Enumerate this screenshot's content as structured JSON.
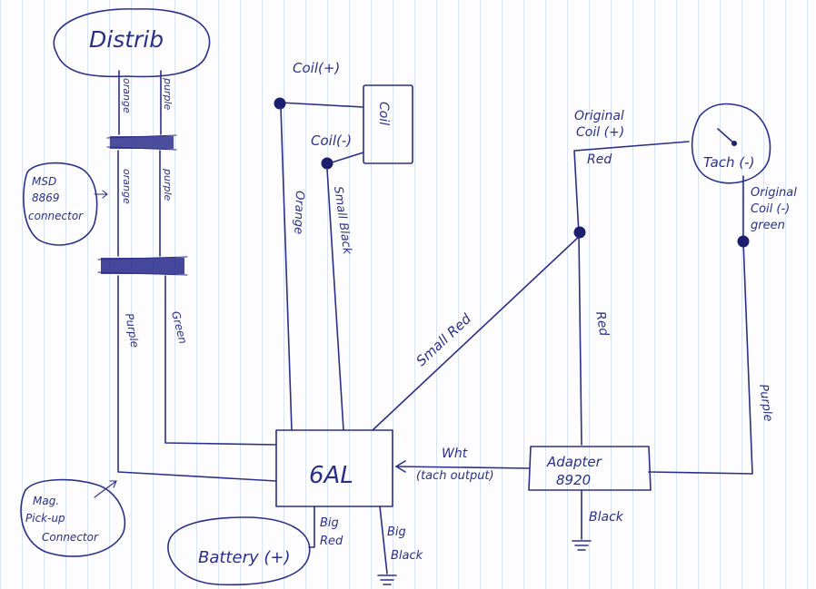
{
  "labels": {
    "distrib": "Distrib",
    "wire_orange": "orange",
    "wire_purple": "purple",
    "msd_connector_1": "MSD",
    "msd_connector_2": "8869",
    "msd_connector_3": "connector",
    "purple": "Purple",
    "green": "Green",
    "mag_pickup_1": "Mag.",
    "mag_pickup_2": "Pick-up",
    "mag_pickup_3": "Connector",
    "battery": "Battery (+)",
    "big_red_1": "Big",
    "big_red_2": "Red",
    "big_black_1": "Big",
    "big_black_2": "Black",
    "box_6al": "6AL",
    "coil_pos": "Coil(+)",
    "coil_neg": "Coil(-)",
    "coil": "Coil",
    "orange": "Orange",
    "small_black": "Small Black",
    "small_red": "Small Red",
    "wht": "Wht",
    "tach_output": "(tach output)",
    "adapter_1": "Adapter",
    "adapter_2": "8920",
    "black": "Black",
    "original_coil_pos_1": "Original",
    "original_coil_pos_2": "Coil (+)",
    "red": "Red",
    "tach": "Tach (-)",
    "original_coil_neg_1": "Original",
    "original_coil_neg_2": "Coil (-)",
    "original_coil_neg_3": "green",
    "purple_right": "Purple"
  },
  "colors": {
    "ink": "#2b2f8c",
    "paper": "#fdfdff",
    "rule": "#96afdc"
  }
}
